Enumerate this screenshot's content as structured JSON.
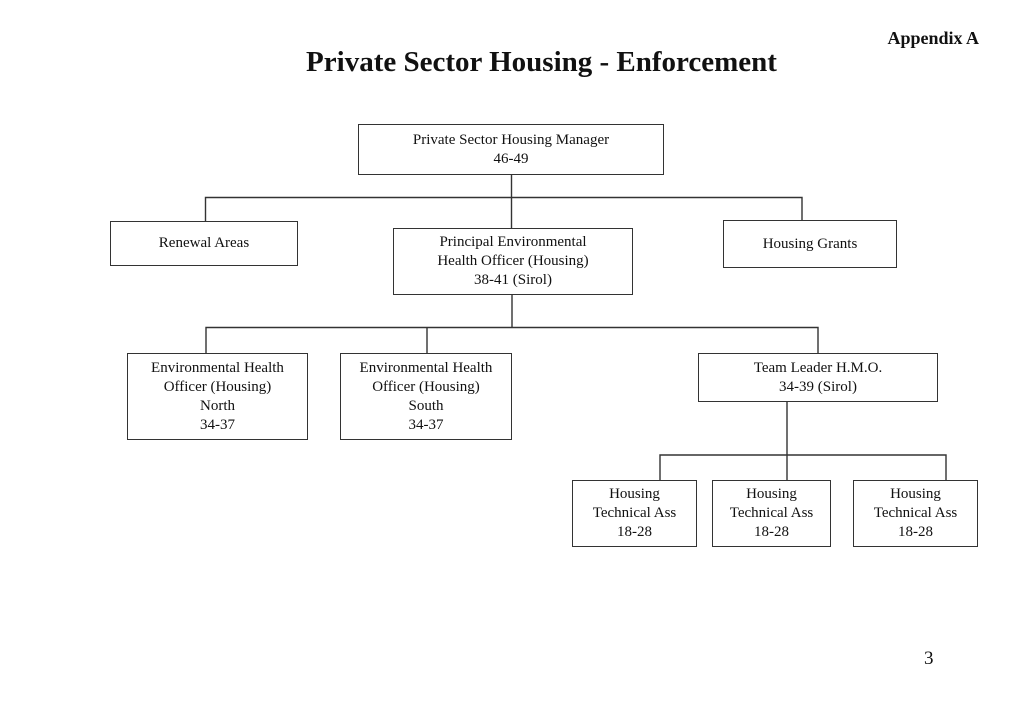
{
  "header": {
    "appendix_label": "Appendix A",
    "title": "Private Sector Housing - Enforcement"
  },
  "org_chart": {
    "nodes": {
      "manager": {
        "lines": [
          "Private Sector Housing Manager",
          "46-49"
        ]
      },
      "renewal_areas": {
        "lines": [
          "Renewal Areas"
        ]
      },
      "principal_eho": {
        "lines": [
          "Principal Environmental",
          "Health Officer (Housing)",
          "38-41 (Sirol)"
        ]
      },
      "housing_grants": {
        "lines": [
          "Housing Grants"
        ]
      },
      "eho_north": {
        "lines": [
          "Environmental Health",
          "Officer (Housing)",
          "North",
          "34-37"
        ]
      },
      "eho_south": {
        "lines": [
          "Environmental Health",
          "Officer (Housing)",
          "South",
          "34-37"
        ]
      },
      "team_leader": {
        "lines": [
          "Team Leader H.M.O.",
          "34-39 (Sirol)"
        ]
      },
      "housing_tech_1": {
        "lines": [
          "Housing",
          "Technical Ass",
          "18-28"
        ]
      },
      "housing_tech_2": {
        "lines": [
          "Housing",
          "Technical Ass",
          "18-28"
        ]
      },
      "housing_tech_3": {
        "lines": [
          "Housing",
          "Technical Ass",
          "18-28"
        ]
      }
    }
  },
  "footer": {
    "page_number": "3"
  }
}
